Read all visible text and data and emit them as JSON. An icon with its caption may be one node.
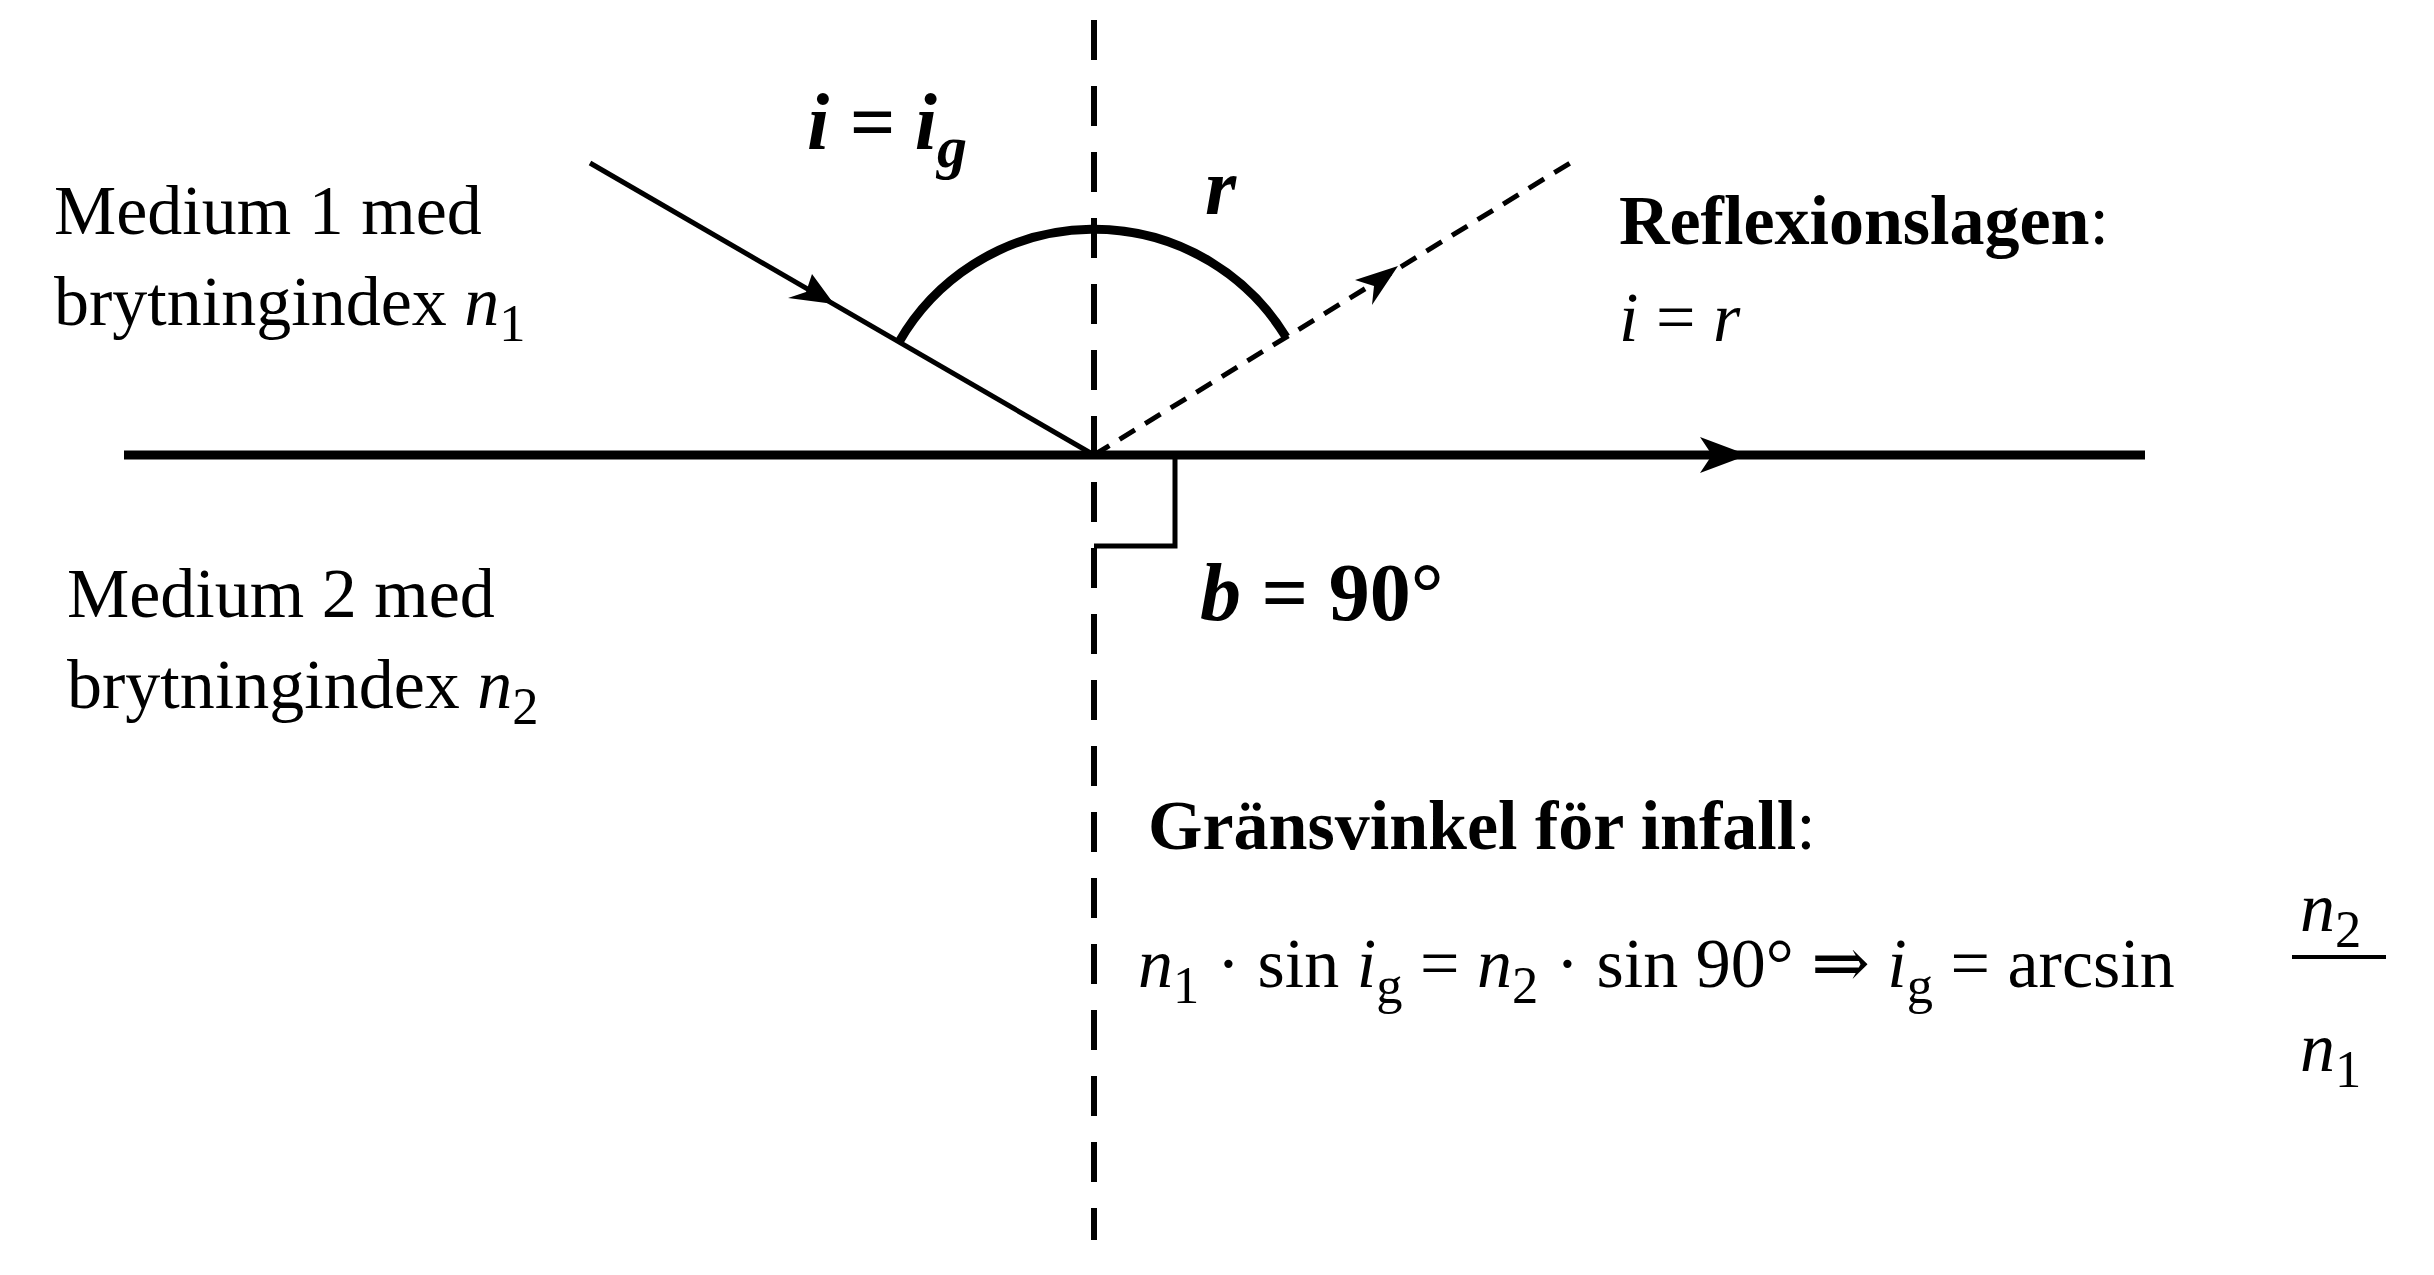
{
  "diagram": {
    "labels": [
      "*i* = *i*$_{g}$",
      "*r*",
      "Medium 1 med brytningindex *n*$_{1}$",
      "**Reflexionslagen**:",
      "*i* = *r*",
      "*b* = 90°",
      "Medium 2 med brytningindex *n*$_{2}$",
      "**Gränsvinkel för infall**:",
      "*n*$_{1}$ · sin *i*$_{g}$ = *n*$_{2}$ · sin 90° ⇒ *i*$_{g}$ = arcsin",
      "*n*$_{2}$",
      "*n*$_{1}$"
    ]
  }
}
